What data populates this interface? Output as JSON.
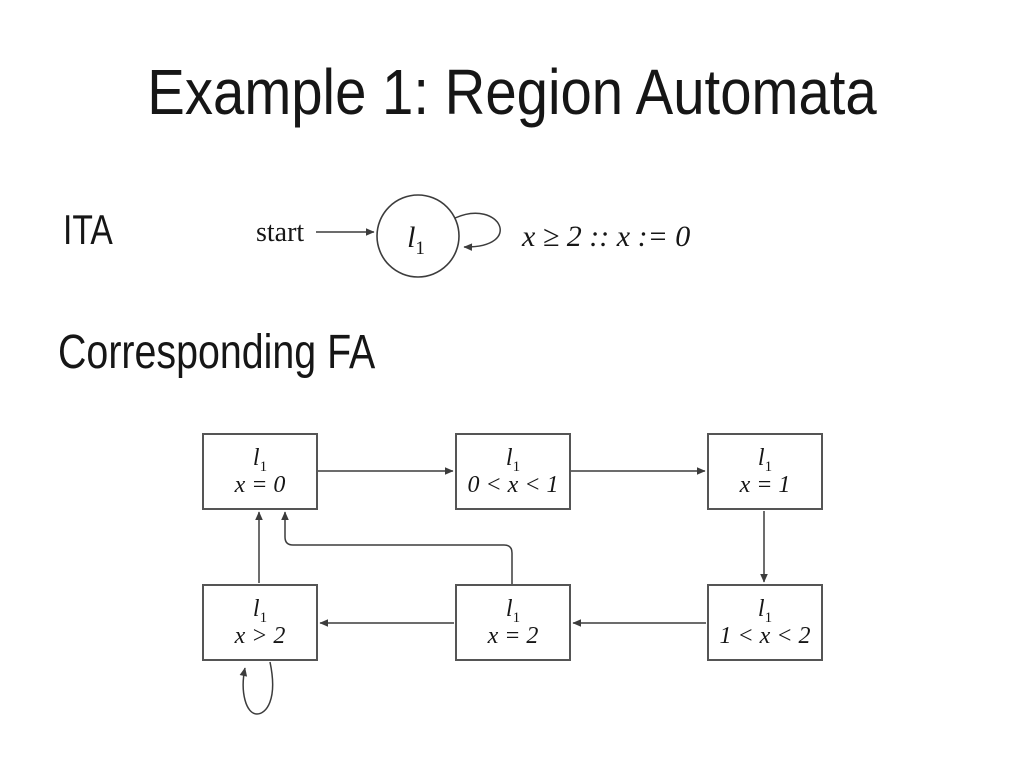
{
  "slide": {
    "title": "Example 1: Region Automata"
  },
  "ita": {
    "section_label": "ITA",
    "start_label": "start",
    "state": {
      "name": "l",
      "sub": "1"
    },
    "self_loop_label": "x ≥ 2 :: x := 0"
  },
  "fa": {
    "section_label": "Corresponding FA",
    "states": [
      {
        "name": "l",
        "sub": "1",
        "constraint": "x = 0"
      },
      {
        "name": "l",
        "sub": "1",
        "constraint": "0 < x < 1"
      },
      {
        "name": "l",
        "sub": "1",
        "constraint": "x = 1"
      },
      {
        "name": "l",
        "sub": "1",
        "constraint": "x > 2"
      },
      {
        "name": "l",
        "sub": "1",
        "constraint": "x = 2"
      },
      {
        "name": "l",
        "sub": "1",
        "constraint": "1 < x < 2"
      }
    ],
    "transitions": [
      {
        "from": "x = 0",
        "to": "0 < x < 1"
      },
      {
        "from": "0 < x < 1",
        "to": "x = 1"
      },
      {
        "from": "x = 1",
        "to": "1 < x < 2"
      },
      {
        "from": "1 < x < 2",
        "to": "x = 2"
      },
      {
        "from": "x = 2",
        "to": "x > 2"
      },
      {
        "from": "x > 2",
        "to": "x = 0"
      },
      {
        "from": "x = 2",
        "to": "x = 0"
      },
      {
        "from": "x > 2",
        "to": "x > 2",
        "type": "self-loop"
      }
    ]
  },
  "colors": {
    "background": "#ffffff",
    "text": "#161616",
    "line": "#3c3c3c",
    "box_border": "#555555"
  }
}
